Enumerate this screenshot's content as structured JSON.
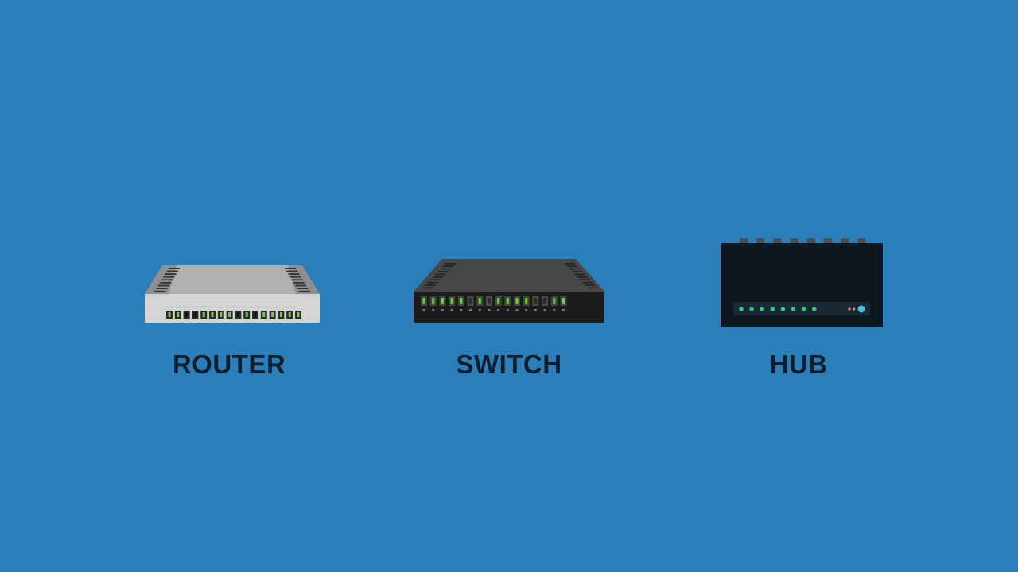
{
  "background_color": "#2a7eb9",
  "devices": [
    {
      "id": "router",
      "label": "ROUTER",
      "body_color": "#d4d4d4",
      "top_color": "#b0b0b0",
      "ports": [
        "on",
        "on",
        "off",
        "off",
        "on",
        "on",
        "on",
        "on",
        "off",
        "on",
        "off",
        "on",
        "on",
        "on",
        "on",
        "on"
      ]
    },
    {
      "id": "switch",
      "label": "SWITCH",
      "body_color": "#1c1c1c",
      "top_color": "#474747",
      "ports": [
        "on",
        "on",
        "on",
        "on",
        "on",
        "off",
        "on",
        "off",
        "on",
        "on",
        "on",
        "on",
        "off",
        "off",
        "on",
        "on"
      ]
    },
    {
      "id": "hub",
      "label": "HUB",
      "body_color": "#0e1720",
      "leds": [
        "green",
        "green",
        "green",
        "green",
        "green",
        "green",
        "green",
        "green"
      ],
      "status_leds": [
        "orange",
        "orange"
      ],
      "power_led": "cyan"
    }
  ],
  "colors": {
    "port_on": "#6fcf3a",
    "port_off": "#3a3a3a",
    "hub_led_green": "#2ecc71",
    "hub_led_orange": "#e08a4a",
    "hub_power": "#3fc1e0"
  }
}
